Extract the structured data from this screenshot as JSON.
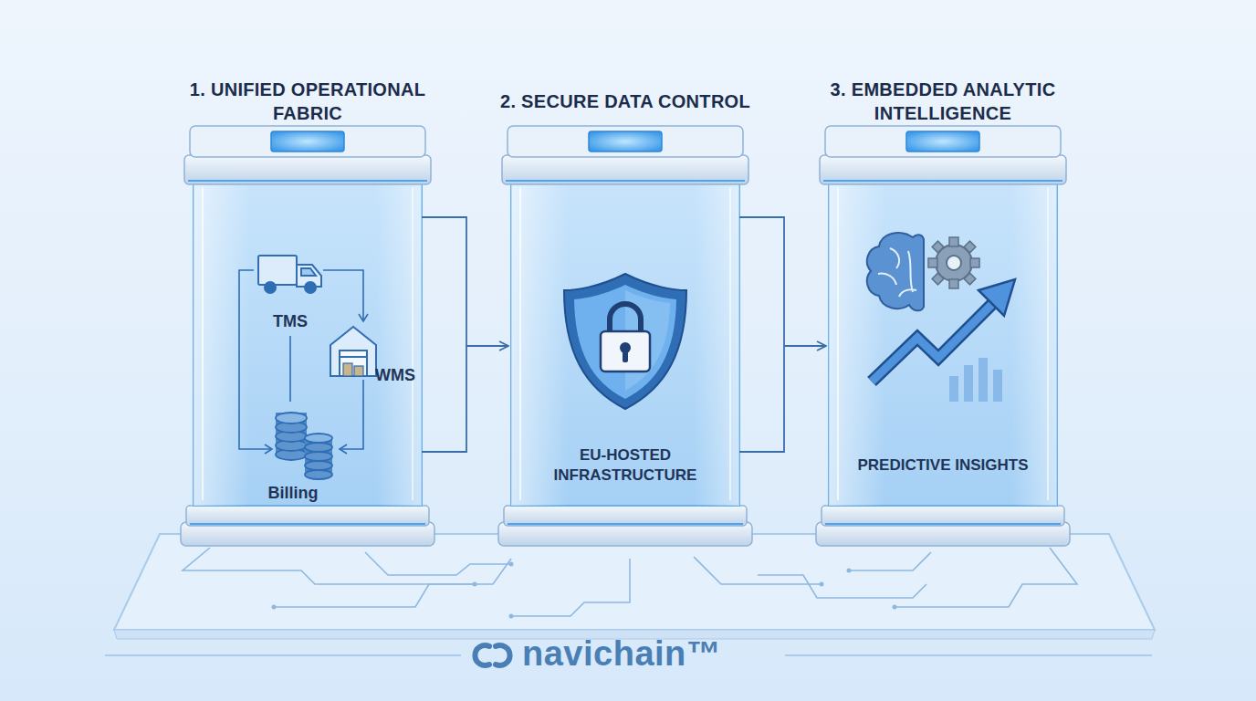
{
  "diagram": {
    "nodes": [
      {
        "text": [
          "1. UNIFIED OPERATIONAL FABRIC"
        ]
      },
      {
        "text": [
          "2. SECURE DATA CONTROL",
          "EU-HOSTED INFRASTRUCTURE"
        ]
      },
      {
        "text": [
          "3. EMBEDDED ANALYTIC INTELLIGENCE",
          "PREDICTIVE INSIGHTS"
        ]
      }
    ],
    "edges": [
      {
        "from": 0,
        "to": 1,
        "arrow": "to"
      },
      {
        "from": 1,
        "to": 2,
        "arrow": "to"
      }
    ],
    "labels": [
      "TMS",
      "WMS",
      "Billing",
      "navichain™"
    ]
  }
}
